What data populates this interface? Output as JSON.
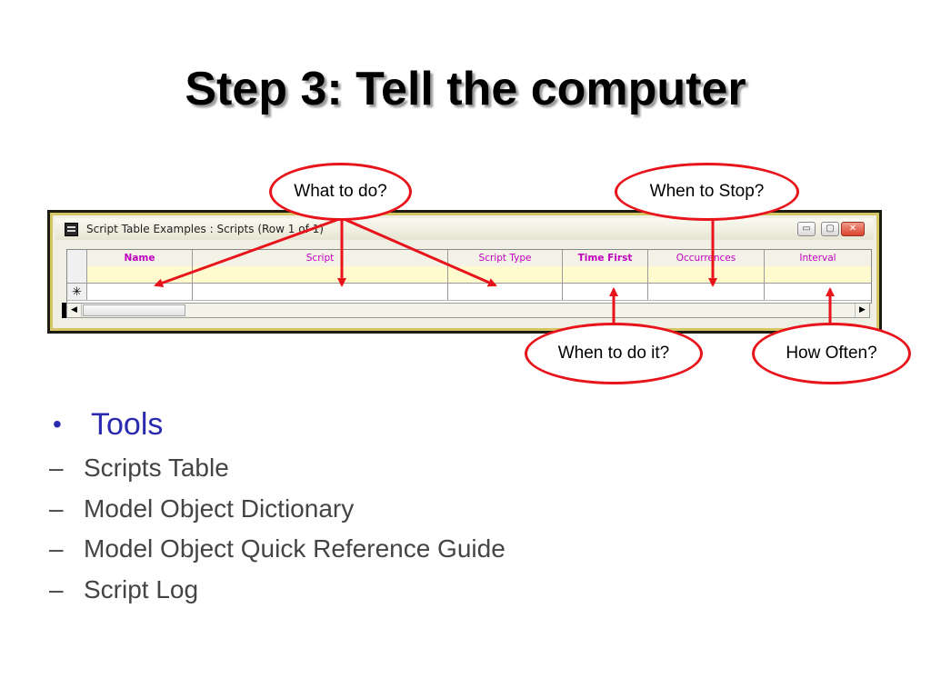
{
  "slide": {
    "title": "Step 3: Tell the computer"
  },
  "window": {
    "title": "Script Table Examples : Scripts (Row 1 of 1)",
    "controls": {
      "minimize": "▭",
      "maximize": "▢",
      "close": "✕"
    },
    "grid": {
      "columns": [
        {
          "label": "Name",
          "bold": true
        },
        {
          "label": "Script",
          "bold": false
        },
        {
          "label": "Script Type",
          "bold": false
        },
        {
          "label": "Time First",
          "bold": true
        },
        {
          "label": "Occurrences",
          "bold": false
        },
        {
          "label": "Interval",
          "bold": false
        }
      ],
      "new_row_marker": "✳"
    },
    "scrollbar": {
      "left_arrow": "◀",
      "right_arrow": "▶"
    }
  },
  "callouts": {
    "what": "What to do?",
    "stop": "When to Stop?",
    "when": "When to do it?",
    "often": "How Often?"
  },
  "colors": {
    "callout_border": "#e8141b",
    "arrow": "#e8141b",
    "header_text": "#c000c0",
    "bullet_primary": "#2a2ab0",
    "bullet_secondary": "#444444",
    "window_border": "#d4c565",
    "data_row": "#fffbcf"
  },
  "bullets": {
    "main": "Tools",
    "items": [
      "Scripts Table",
      "Model Object Dictionary",
      "Model Object Quick Reference Guide",
      "Script Log"
    ]
  }
}
